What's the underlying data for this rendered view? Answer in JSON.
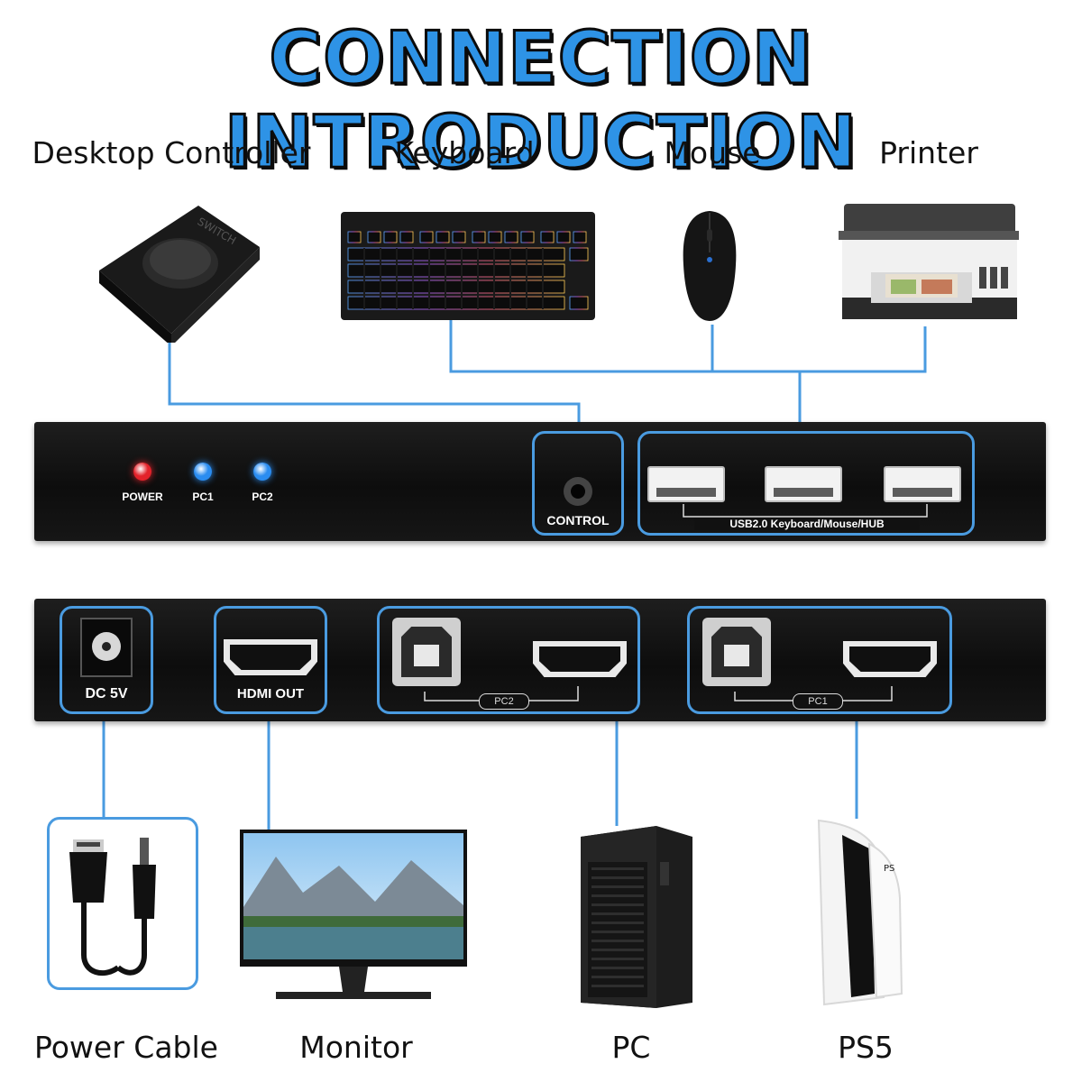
{
  "title": "CONNECTION INTRODUCTION",
  "devices_top": [
    "Desktop Controller",
    "Keyboard",
    "Mouse",
    "Printer"
  ],
  "front_panel": {
    "leds": [
      {
        "label": "POWER",
        "color": "#e3222a"
      },
      {
        "label": "PC1",
        "color": "#2a8cf0"
      },
      {
        "label": "PC2",
        "color": "#2a8cf0"
      }
    ],
    "control_label": "CONTROL",
    "usb_label": "USB2.0 Keyboard/Mouse/HUB"
  },
  "rear_panel": {
    "dc_label": "DC 5V",
    "hdmi_out_label": "HDMI OUT",
    "pc2_label": "PC2",
    "pc1_label": "PC1"
  },
  "devices_bottom": [
    "Power Cable",
    "Monitor",
    "PC",
    "PS5"
  ],
  "colors": {
    "accent": "#4a9be0",
    "title_fill": "#2e93e6"
  }
}
